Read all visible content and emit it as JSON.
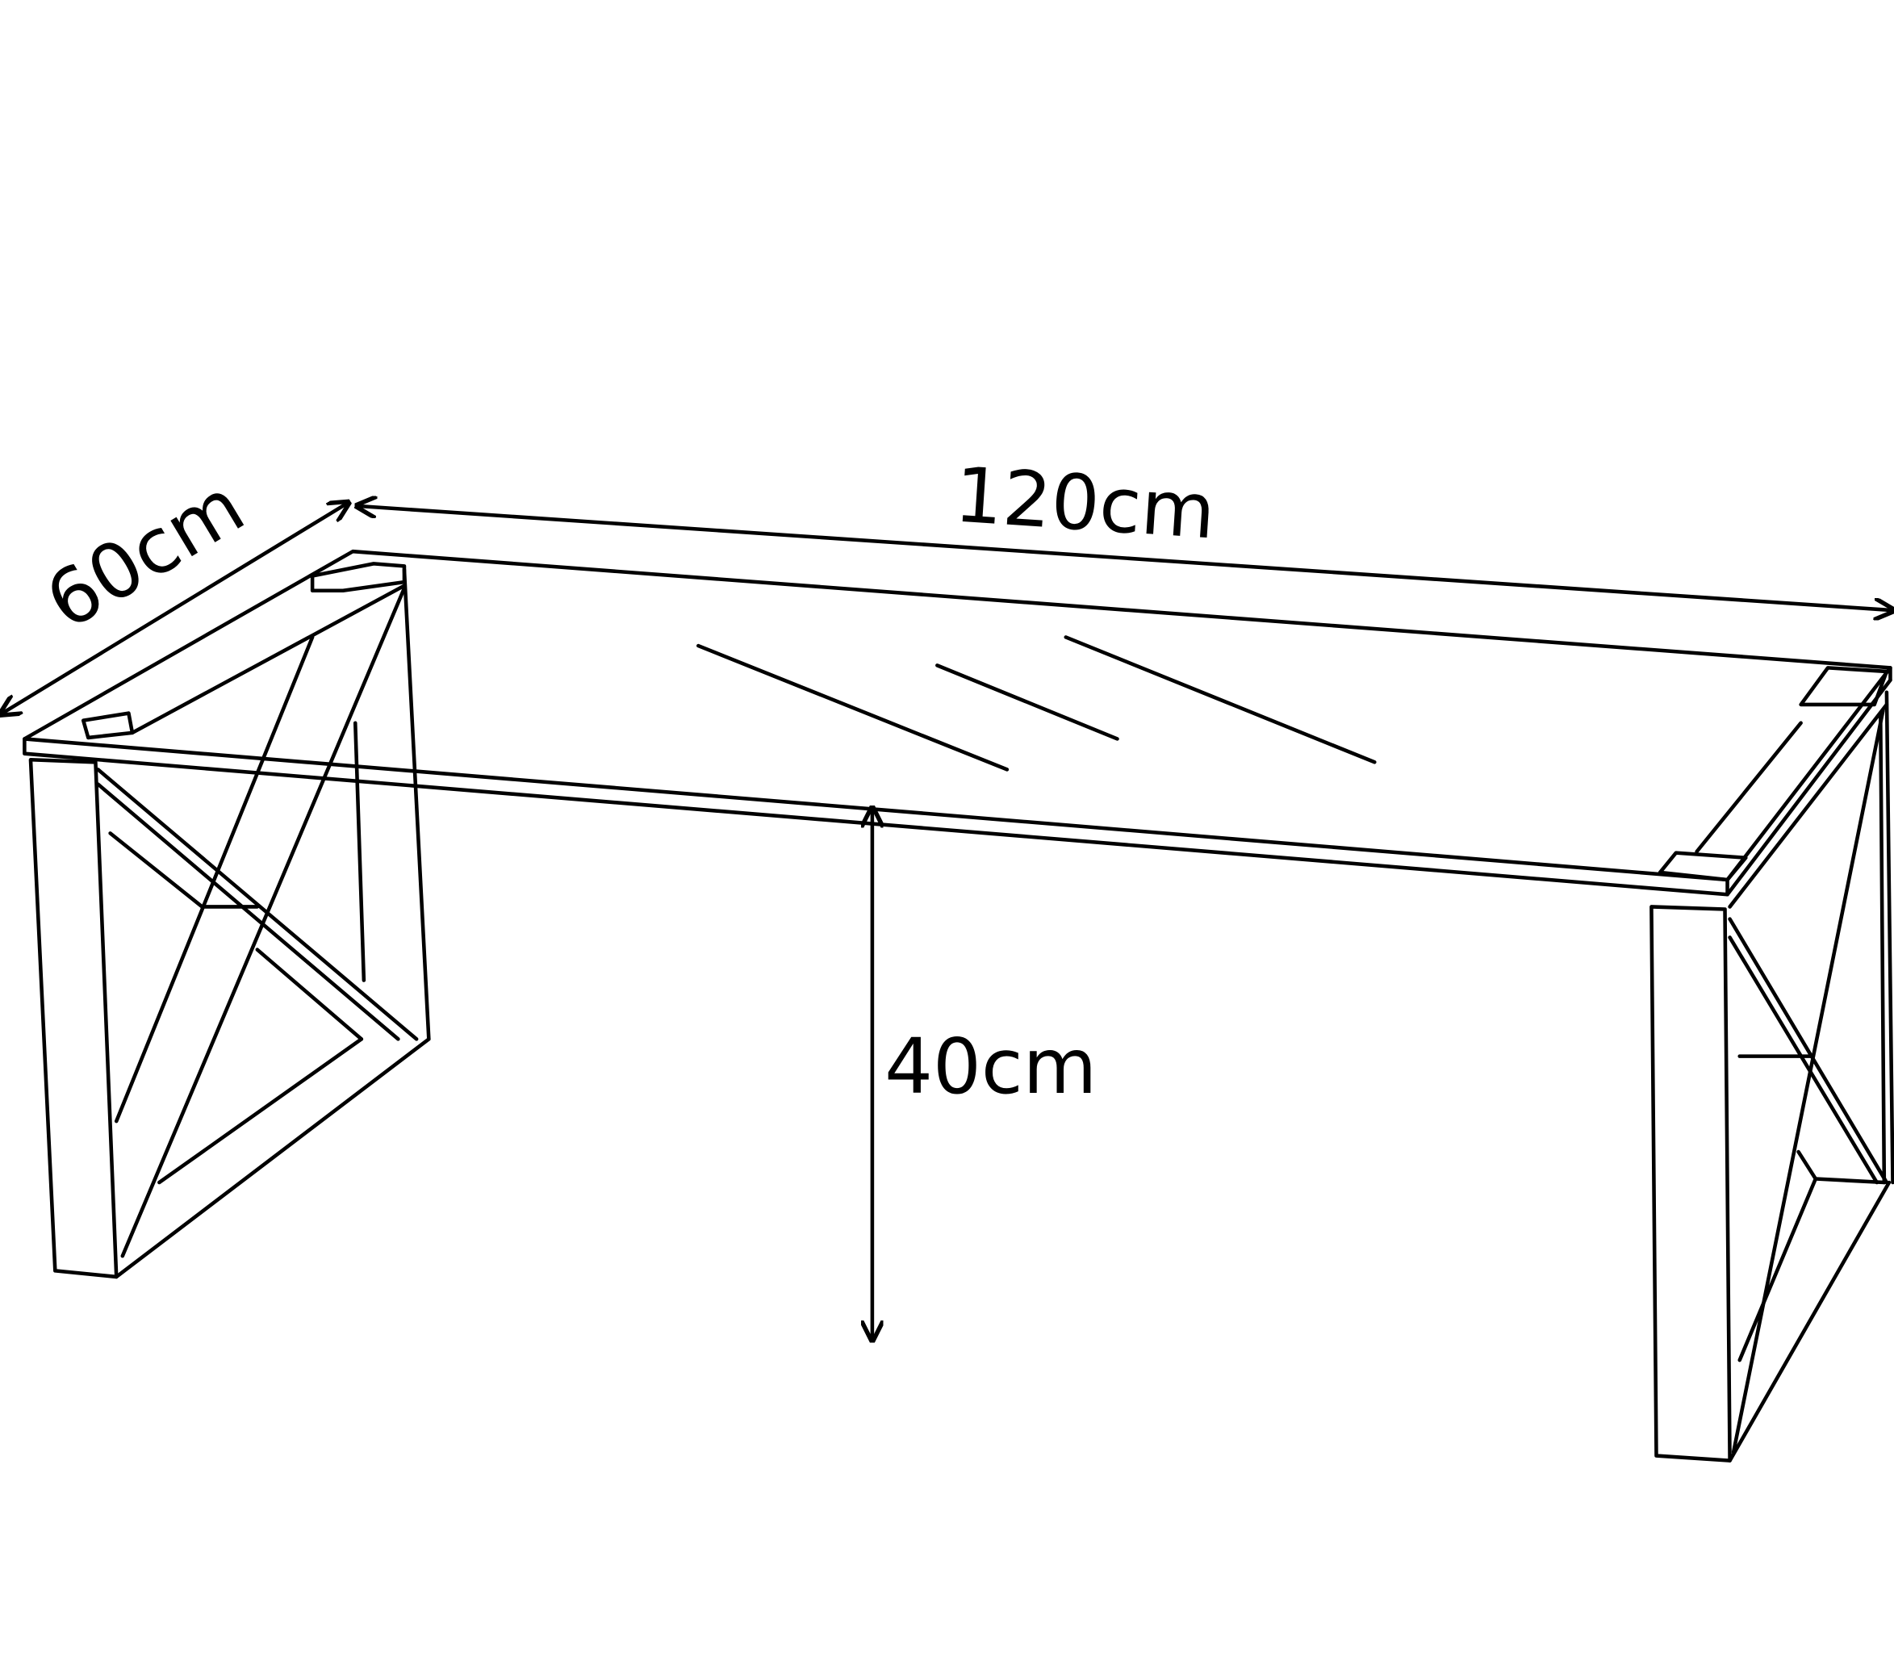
{
  "dimensions": {
    "depth": "60cm",
    "length": "120cm",
    "height": "40cm"
  },
  "colors": {
    "line": "#000000",
    "background": "#ffffff"
  }
}
